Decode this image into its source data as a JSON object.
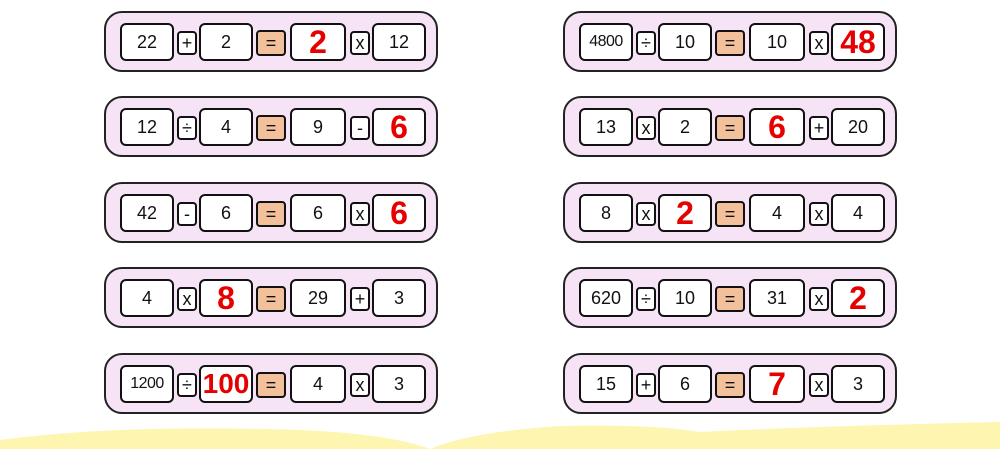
{
  "colors": {
    "card_bg": "#f7e3f6",
    "equals_bg": "#f2c09a",
    "answer_red": "#e60000",
    "hill_yellow": "#fdf5b0"
  },
  "left_column": [
    {
      "t1": "22",
      "t1_answer": false,
      "op1": "+",
      "t2": "2",
      "t2_answer": false,
      "eq": "=",
      "t3": "2",
      "t3_answer": true,
      "op2": "x",
      "t4": "12",
      "t4_answer": false
    },
    {
      "t1": "12",
      "t1_answer": false,
      "op1": "÷",
      "t2": "4",
      "t2_answer": false,
      "eq": "=",
      "t3": "9",
      "t3_answer": false,
      "op2": "-",
      "t4": "6",
      "t4_answer": true
    },
    {
      "t1": "42",
      "t1_answer": false,
      "op1": "-",
      "t2": "6",
      "t2_answer": false,
      "eq": "=",
      "t3": "6",
      "t3_answer": false,
      "op2": "x",
      "t4": "6",
      "t4_answer": true
    },
    {
      "t1": "4",
      "t1_answer": false,
      "op1": "x",
      "t2": "8",
      "t2_answer": true,
      "eq": "=",
      "t3": "29",
      "t3_answer": false,
      "op2": "+",
      "t4": "3",
      "t4_answer": false
    },
    {
      "t1": "1200",
      "t1_answer": false,
      "op1": "÷",
      "t2": "100",
      "t2_answer": true,
      "eq": "=",
      "t3": "4",
      "t3_answer": false,
      "op2": "x",
      "t4": "3",
      "t4_answer": false
    }
  ],
  "right_column": [
    {
      "t1": "4800",
      "t1_answer": false,
      "op1": "÷",
      "t2": "10",
      "t2_answer": false,
      "eq": "=",
      "t3": "10",
      "t3_answer": false,
      "op2": "x",
      "t4": "48",
      "t4_answer": true
    },
    {
      "t1": "13",
      "t1_answer": false,
      "op1": "x",
      "t2": "2",
      "t2_answer": false,
      "eq": "=",
      "t3": "6",
      "t3_answer": true,
      "op2": "+",
      "t4": "20",
      "t4_answer": false
    },
    {
      "t1": "8",
      "t1_answer": false,
      "op1": "x",
      "t2": "2",
      "t2_answer": true,
      "eq": "=",
      "t3": "4",
      "t3_answer": false,
      "op2": "x",
      "t4": "4",
      "t4_answer": false
    },
    {
      "t1": "620",
      "t1_answer": false,
      "op1": "÷",
      "t2": "10",
      "t2_answer": false,
      "eq": "=",
      "t3": "31",
      "t3_answer": false,
      "op2": "x",
      "t4": "2",
      "t4_answer": true
    },
    {
      "t1": "15",
      "t1_answer": false,
      "op1": "+",
      "t2": "6",
      "t2_answer": false,
      "eq": "=",
      "t3": "7",
      "t3_answer": true,
      "op2": "x",
      "t4": "3",
      "t4_answer": false
    }
  ]
}
